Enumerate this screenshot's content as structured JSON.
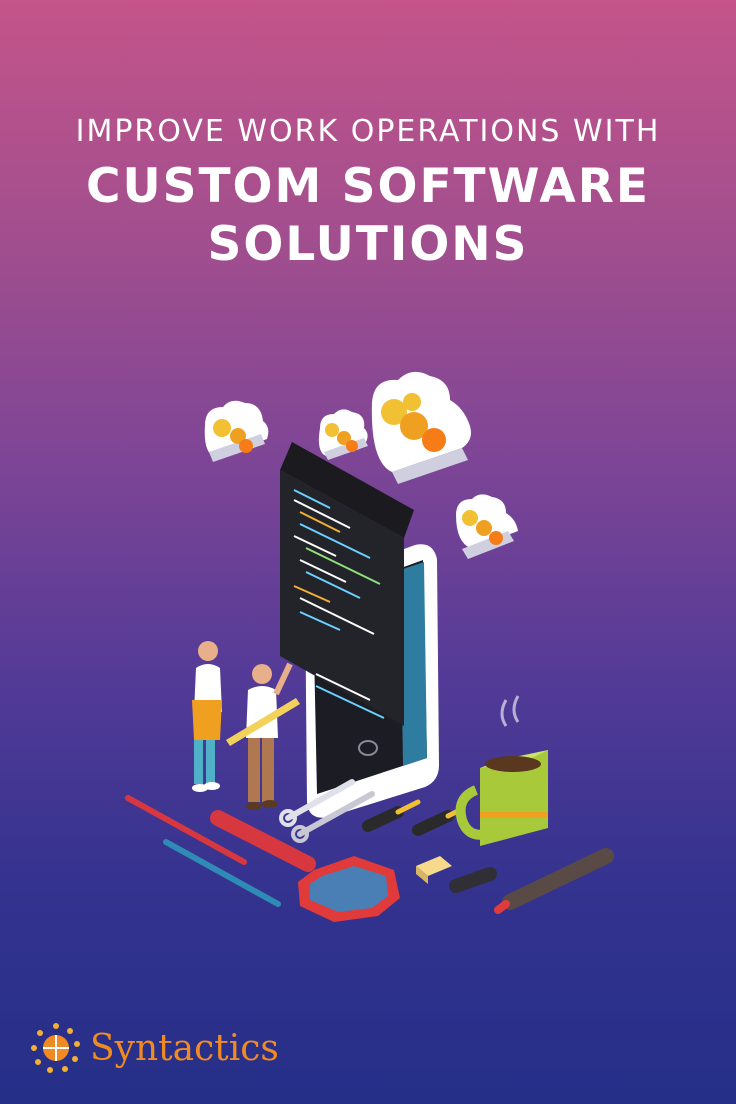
{
  "headline": {
    "line1": "IMPROVE WORK OPERATIONS WITH",
    "line2": "CUSTOM SOFTWARE",
    "line3": "SOLUTIONS"
  },
  "brand": {
    "name": "Syntactics",
    "color": "#f08a23"
  },
  "colors": {
    "background_top": "#c4548a",
    "background_bottom": "#252f88"
  }
}
